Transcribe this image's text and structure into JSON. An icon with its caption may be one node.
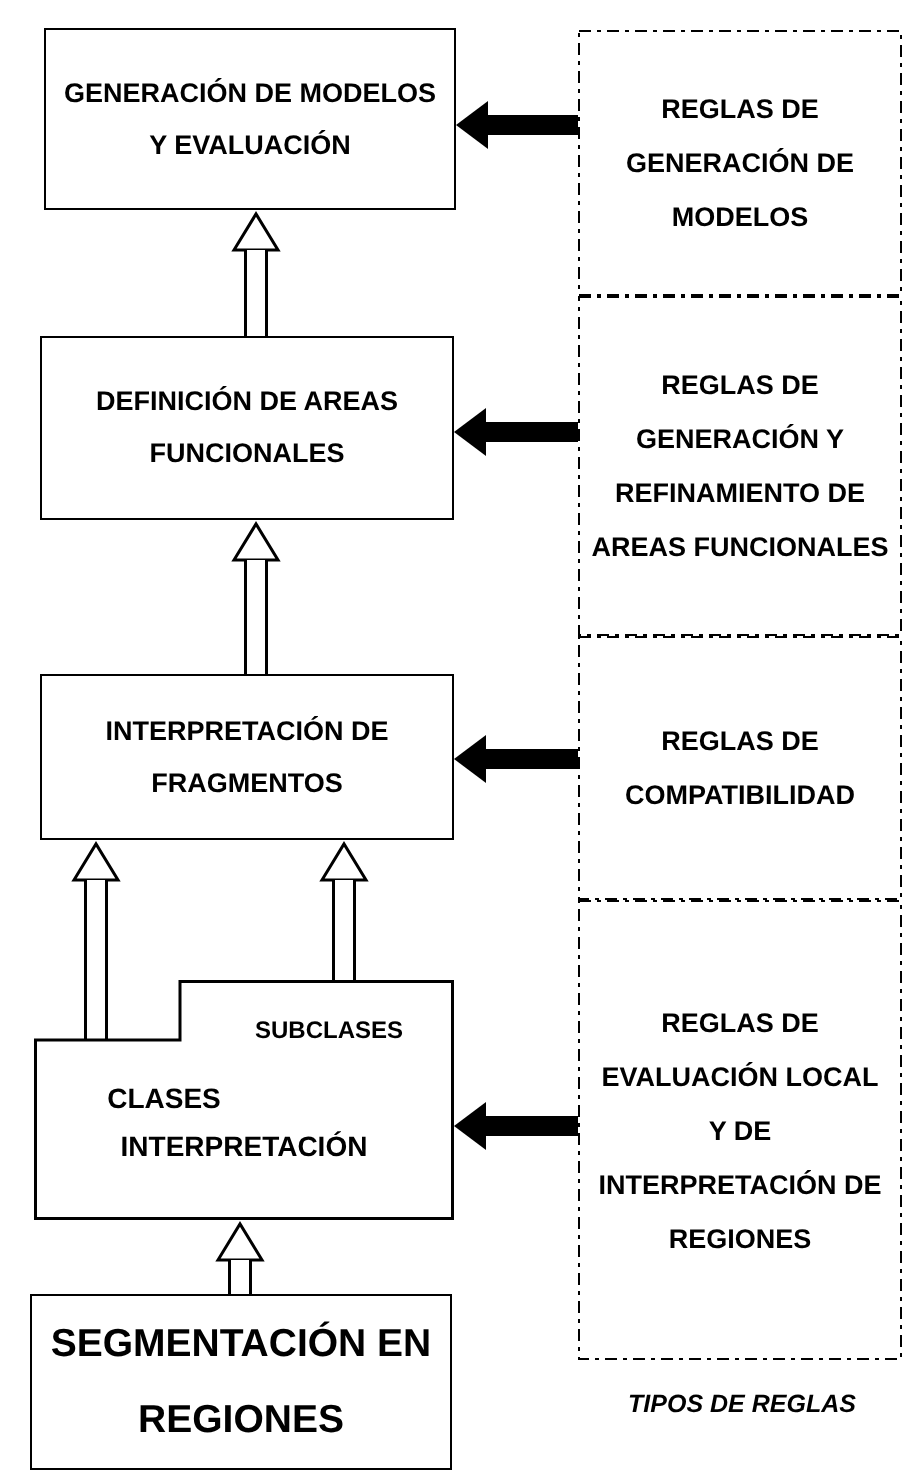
{
  "diagram": {
    "nodes": [
      {
        "text": [
          "GENERACIÓN DE MODELOS Y EVALUACIÓN"
        ]
      },
      {
        "text": [
          "DEFINICIÓN DE AREAS FUNCIONALES"
        ]
      },
      {
        "text": [
          "INTERPRETACIÓN DE FRAGMENTOS"
        ]
      },
      {
        "text": [
          "SUBCLASES",
          "CLASES",
          "INTERPRETACIÓN"
        ]
      },
      {
        "text": [
          "SEGMENTACIÓN EN REGIONES"
        ]
      },
      {
        "text": [
          "REGLAS DE GENERACIÓN DE MODELOS"
        ]
      },
      {
        "text": [
          "REGLAS DE GENERACIÓN Y REFINAMIENTO DE AREAS FUNCIONALES"
        ]
      },
      {
        "text": [
          "REGLAS DE COMPATIBILIDAD"
        ]
      },
      {
        "text": [
          "REGLAS DE EVALUACIÓN LOCAL Y DE INTERPRETACIÓN DE REGIONES"
        ]
      }
    ],
    "edges": [
      {
        "from": 5,
        "to": 0,
        "arrow": "to"
      },
      {
        "from": 6,
        "to": 1,
        "arrow": "to"
      },
      {
        "from": 7,
        "to": 2,
        "arrow": "to"
      },
      {
        "from": 8,
        "to": 3,
        "arrow": "to"
      },
      {
        "from": 1,
        "to": 0,
        "arrow": "to"
      },
      {
        "from": 2,
        "to": 1,
        "arrow": "to"
      },
      {
        "from": 3,
        "to": 2,
        "arrow": "to"
      },
      {
        "from": 3,
        "to": 2,
        "arrow": "to"
      },
      {
        "from": 4,
        "to": 3,
        "arrow": "to"
      }
    ],
    "labels": [
      "TIPOS DE REGLAS"
    ]
  }
}
